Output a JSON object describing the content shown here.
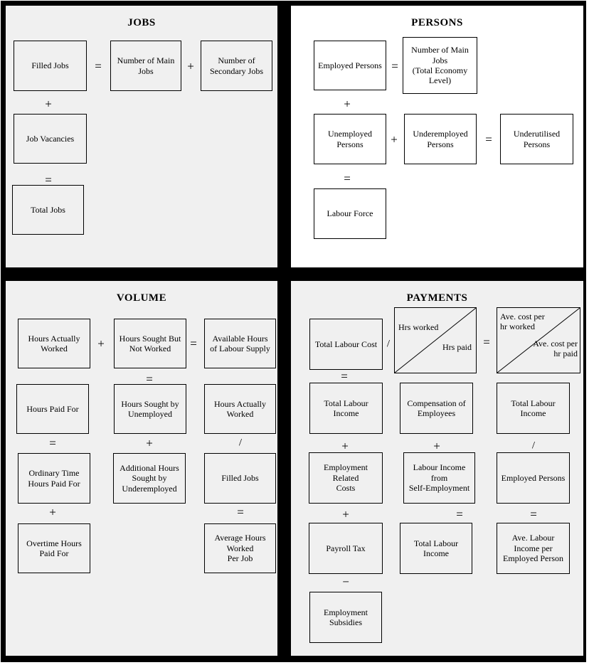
{
  "ops": {
    "plus": "+",
    "equals": "=",
    "divide": "/",
    "minus": "−"
  },
  "colors": {
    "panel_gray": "#f0f0f0",
    "panel_white": "#ffffff",
    "frame_black": "#000000"
  },
  "jobs": {
    "title": "JOBS",
    "filled_jobs": "Filled Jobs",
    "number_of_main_jobs": "Number of Main\nJobs",
    "number_of_secondary_jobs": "Number of\nSecondary Jobs",
    "job_vacancies": "Job Vacancies",
    "total_jobs": "Total Jobs"
  },
  "persons": {
    "title": "PERSONS",
    "employed_persons": "Employed Persons",
    "number_of_main_jobs_total": "Number of Main\nJobs\n(Total Economy\nLevel)",
    "unemployed_persons": "Unemployed\nPersons",
    "underemployed_persons": "Underemployed\nPersons",
    "underutilised_persons": "Underutilised\nPersons",
    "labour_force": "Labour Force"
  },
  "volume": {
    "title": "VOLUME",
    "hours_actually_worked": "Hours Actually\nWorked",
    "hours_sought_but_not_worked": "Hours Sought But\nNot Worked",
    "available_hours_of_labour_supply": "Available Hours\nof Labour Supply",
    "hours_paid_for": "Hours Paid For",
    "hours_sought_by_unemployed": "Hours Sought by\nUnemployed",
    "hours_actually_worked_2": "Hours Actually\nWorked",
    "ordinary_time_hours_paid_for": "Ordinary Time\nHours Paid For",
    "additional_hours_sought_by_underemployed": "Additional Hours\nSought by\nUnderemployed",
    "filled_jobs": "Filled Jobs",
    "overtime_hours_paid_for": "Overtime Hours\nPaid For",
    "average_hours_worked_per_job": "Average Hours\nWorked\nPer Job"
  },
  "payments": {
    "title": "PAYMENTS",
    "total_labour_cost": "Total Labour Cost",
    "hrs_worked": "Hrs worked",
    "hrs_paid": "Hrs paid",
    "ave_cost_per_hr_worked": "Ave. cost per\nhr worked",
    "ave_cost_per_hr_paid": "Ave. cost per\nhr paid",
    "total_labour_income_1": "Total Labour\nIncome",
    "compensation_of_employees": "Compensation of\nEmployees",
    "total_labour_income_2": "Total Labour\nIncome",
    "employment_related_costs": "Employment\nRelated\nCosts",
    "labour_income_from_self_employment": "Labour Income\nfrom\nSelf-Employment",
    "employed_persons": "Employed Persons",
    "payroll_tax": "Payroll Tax",
    "total_labour_income_3": "Total Labour\nIncome",
    "ave_labour_income_per_employed_person": "Ave. Labour\nIncome per\nEmployed Person",
    "employment_subsidies": "Employment\nSubsidies"
  }
}
